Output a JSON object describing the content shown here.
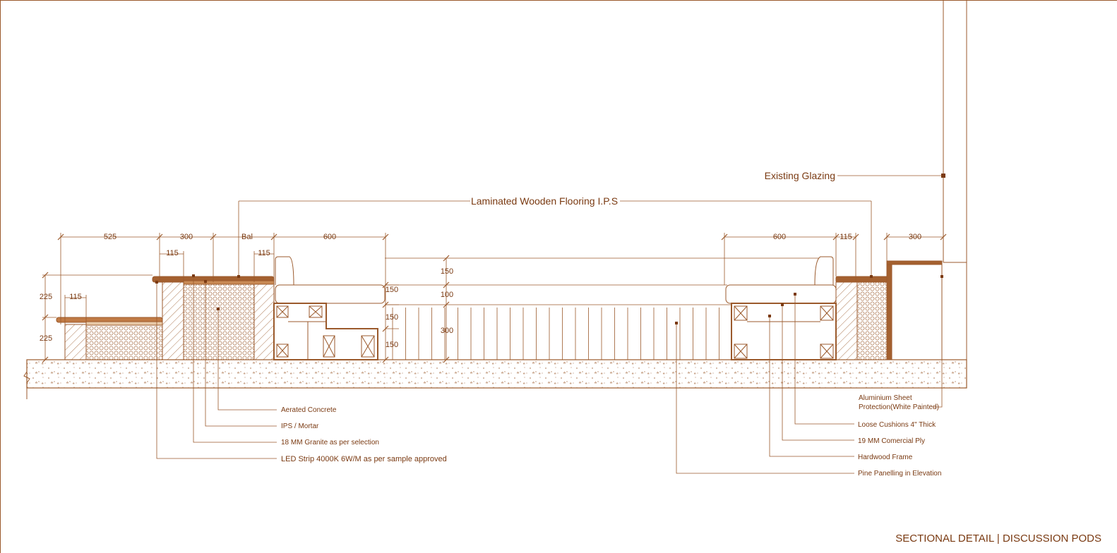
{
  "colors": {
    "line": "#9b5a2c",
    "text": "#7a3a12",
    "fill_dark": "#a4602f",
    "accent": "#7b3a12"
  },
  "drawing": {
    "title": "SECTIONAL DETAIL | DISCUSSION PODS",
    "dimensions": {
      "d525": "525",
      "d300_left": "300",
      "dbal": "Bal",
      "d600_left": "600",
      "d600_right": "600",
      "d115_right": "115",
      "d300_right": "300",
      "d115_a": "115",
      "d115_b": "115",
      "d115_c": "115",
      "d225_top": "225",
      "d225_bottom": "225",
      "d150_a": "150",
      "d150_b": "150",
      "d100": "100",
      "d150_c": "150",
      "d300_mid": "300",
      "d150_d": "150"
    },
    "labels": {
      "existing_glazing": "Existing Glazing",
      "laminated_flooring": "Laminated Wooden Flooring I.P.S",
      "aerated_concrete": "Aerated Concrete",
      "ips_mortar": "IPS / Mortar",
      "granite": "18 MM Granite as per selection",
      "led_strip": "LED Strip 4000K 6W/M as per sample approved",
      "aluminium_1": "Aluminium Sheet",
      "aluminium_2": "Protection(White Painted)",
      "loose_cushions": "Loose Cushions 4\" Thick",
      "commercial_ply": "19 MM Comercial Ply",
      "hardwood_frame": "Hardwood Frame",
      "pine_panelling": "Pine Panelling in Elevation"
    }
  }
}
